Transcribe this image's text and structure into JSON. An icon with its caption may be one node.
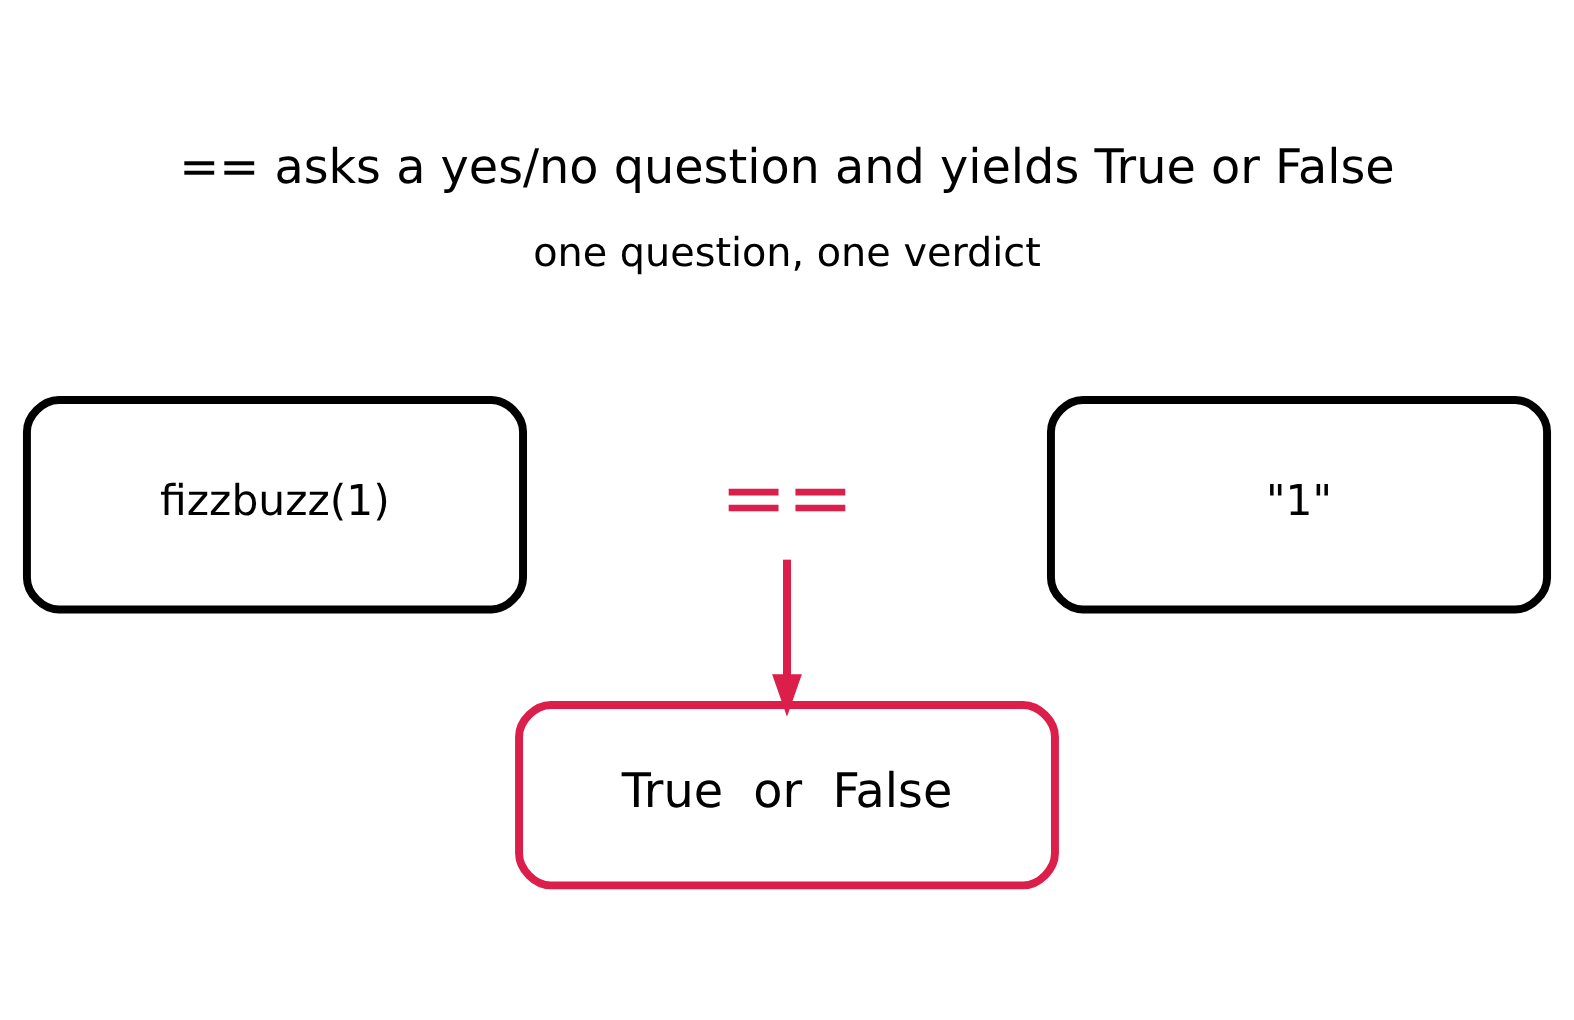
{
  "diagram": {
    "title": "== asks a yes/no question and yields True or False",
    "nodes": [
      {
        "text": [
          "fizzbuzz(1)"
        ]
      },
      {
        "text": [
          "=="
        ]
      },
      {
        "text": [
          "\"1\""
        ]
      },
      {
        "text": [
          "True  or  False"
        ]
      }
    ],
    "edges": [
      {
        "from": 1,
        "to": 3,
        "arrow": "to",
        "color": "#dc1e4a"
      }
    ],
    "labels": [
      "one question, one verdict"
    ]
  }
}
